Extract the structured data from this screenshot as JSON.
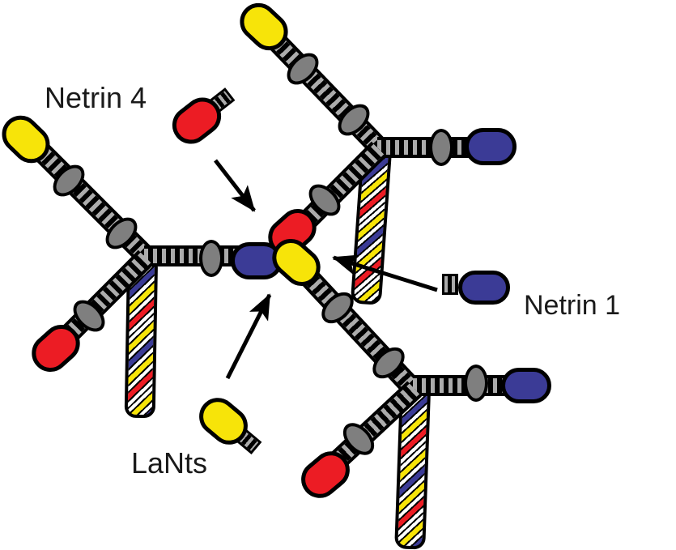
{
  "diagram": {
    "description": "Schematic of laminin network nodes showing where Netrin 4, Netrin 1 and LaNts incorporate",
    "labels": {
      "netrin4": "Netrin 4",
      "netrin1": "Netrin 1",
      "lants": "LaNts"
    },
    "components": {
      "laminin_arm": "striped-ladder-arm",
      "arm_node": "gray-ellipse-node",
      "terminal_domains": [
        "yellow-globular-domain",
        "red-globular-domain",
        "blue-globular-domain"
      ],
      "coiled_coil_tail": "striped-coiled-coil-tail",
      "free_molecules": [
        "netrin4-red-globule-with-stub",
        "netrin1-blue-globule-with-stub",
        "lant-yellow-globule-with-stub"
      ],
      "arrows": [
        "netrin4-arrow",
        "netrin1-arrow",
        "lants-arrow"
      ]
    },
    "colors": {
      "domain_yellow": "#F7E409",
      "domain_red": "#EC1C24",
      "domain_blue": "#3B3B96",
      "node_gray": "#7F7F7F",
      "rung_gray": "#ABABAB",
      "ink": "#000000",
      "background": "#FFFFFF",
      "label_text": "#1A1A1A"
    }
  }
}
